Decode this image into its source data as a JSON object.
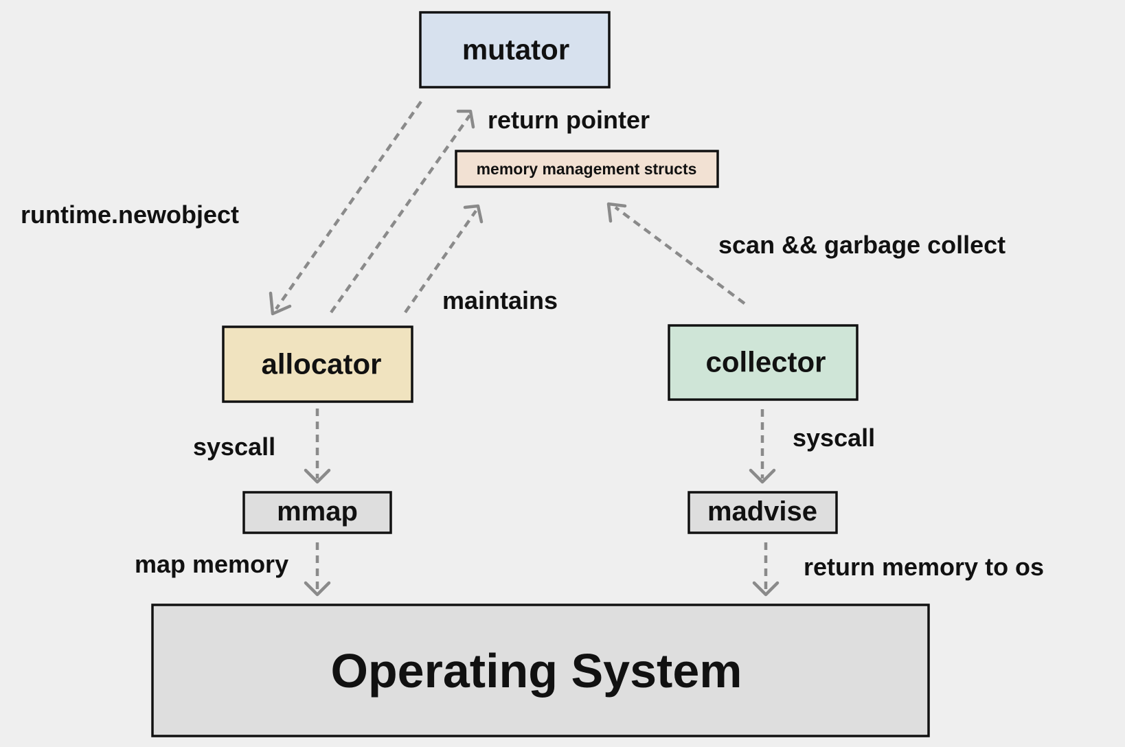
{
  "nodes": {
    "mutator": {
      "label": "mutator",
      "fill": "#d7e1ee"
    },
    "memory_structs": {
      "label": "memory management structs",
      "fill": "#f2e1d3"
    },
    "allocator": {
      "label": "allocator",
      "fill": "#f0e3bf"
    },
    "collector": {
      "label": "collector",
      "fill": "#cfe5d7"
    },
    "mmap": {
      "label": "mmap",
      "fill": "#dedede"
    },
    "madvise": {
      "label": "madvise",
      "fill": "#dedede"
    },
    "operating_system": {
      "label": "Operating System",
      "fill": "#dedede"
    }
  },
  "edge_labels": {
    "return_pointer": "return pointer",
    "runtime_newobject": "runtime.newobject",
    "maintains": "maintains",
    "scan_gc": "scan && garbage collect",
    "syscall_left": "syscall",
    "syscall_right": "syscall",
    "map_memory": "map memory",
    "return_memory": "return memory to os"
  },
  "colors": {
    "background": "#efefef",
    "arrow": "#8a8a8a",
    "border": "#111111"
  }
}
